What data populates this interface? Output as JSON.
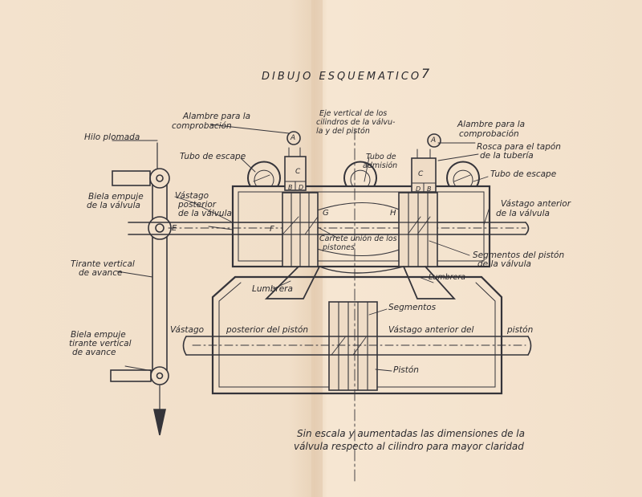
{
  "title": "DIBUJO ESQUEMATICO",
  "number": "7",
  "labels": {
    "plomada": "Hilo plomada",
    "alambre_left_1": "Alambre para la",
    "alambre_left_2": "comprobación",
    "eje_1": "Eje vertical de los",
    "eje_2": "cilindros de la válvu-",
    "eje_3": "la y del pistón",
    "alambre_right_1": "Alambre para la",
    "alambre_right_2": "comprobación",
    "rosca_1": "Rosca para el tapón",
    "rosca_2": "de la tubería",
    "tubo_escape_left": "Tubo de escape",
    "tubo_admision_1": "Tubo de",
    "tubo_admision_2": "admisión",
    "tubo_escape_right": "Tubo de escape",
    "biela_valvula_1": "Biela empuje",
    "biela_valvula_2": "de la válvula",
    "vastago_post_valv_1": "Vástago",
    "vastago_post_valv_2": "posterior",
    "vastago_post_valv_3": "de la válvula",
    "vastago_ant_valv_1": "Vástago anterior",
    "vastago_ant_valv_2": "de la válvula",
    "carrete_1": "Carrete unión de los",
    "carrete_2": "pistones",
    "segmentos_piston_valv_1": "Segmentos del pistón",
    "segmentos_piston_valv_2": "de la válvula",
    "tirante_1": "Tirante vertical",
    "tirante_2": "de avance",
    "lumbrera_left": "Lumbrera",
    "lumbrera_right": "Lumbrera",
    "segmentos": "Segmentos",
    "vastago_post_piston_a": "Vástago",
    "vastago_post_piston_b": "posterior del pistón",
    "vastago_ant_piston_a": "Vástago anterior del",
    "vastago_ant_piston_b": "pistón",
    "piston": "Pistón",
    "biela_tirante_1": "Biela empuje",
    "biela_tirante_2": "tirante vertical",
    "biela_tirante_3": "de avance",
    "letter_A_left": "A",
    "letter_A_right": "A",
    "letter_C_left": "C",
    "letter_C_right": "C",
    "letter_B_left": "B",
    "letter_D_left": "D",
    "letter_D_right": "D",
    "letter_B_right": "B",
    "letter_E": "E",
    "letter_F": "F",
    "letter_G": "G",
    "letter_H": "H"
  },
  "caption_1": "Sin escala y aumentadas las dimensiones de la",
  "caption_2": "válvula respecto al cilindro para mayor claridad"
}
